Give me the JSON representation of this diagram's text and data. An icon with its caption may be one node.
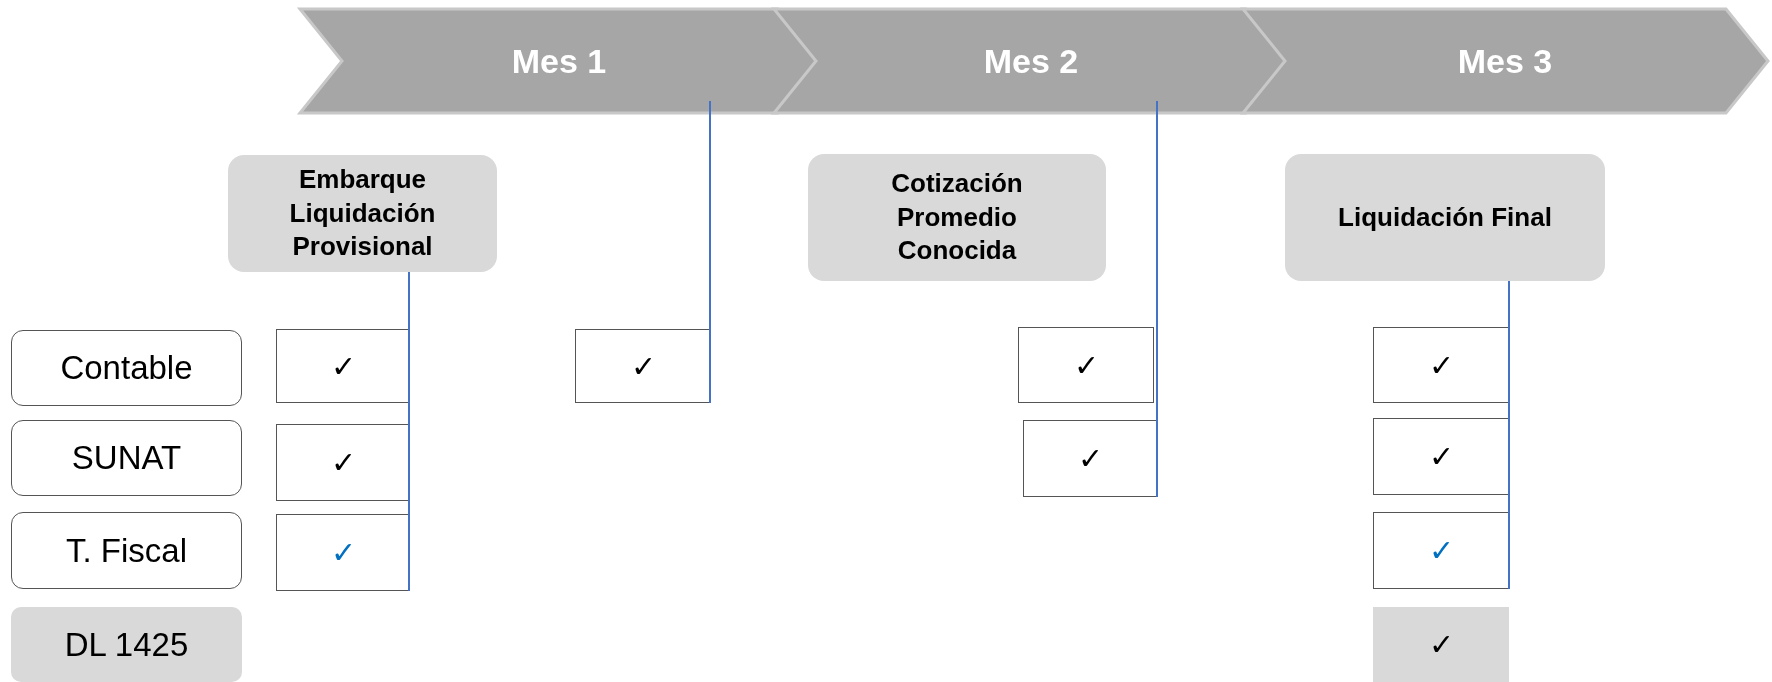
{
  "diagram": {
    "nodes": [
      {
        "text": [
          "Mes 1"
        ]
      },
      {
        "text": [
          "Mes 2"
        ]
      },
      {
        "text": [
          "Mes 3"
        ]
      },
      {
        "text": [
          "Embarque Liquidación Provisional"
        ]
      },
      {
        "text": [
          "Cotización Promedio Conocida"
        ]
      },
      {
        "text": [
          "Liquidación Final"
        ]
      },
      {
        "text": [
          "Contable"
        ]
      },
      {
        "text": [
          "✓"
        ]
      },
      {
        "text": [
          "✓"
        ]
      },
      {
        "text": [
          "✓"
        ]
      },
      {
        "text": [
          "✓"
        ]
      },
      {
        "text": [
          "SUNAT"
        ]
      },
      {
        "text": [
          "✓"
        ]
      },
      {
        "text": [
          "✓"
        ]
      },
      {
        "text": [
          "✓"
        ]
      },
      {
        "text": [
          "T. Fiscal"
        ]
      },
      {
        "text": [
          "✓"
        ]
      },
      {
        "text": [
          "✓"
        ]
      },
      {
        "text": [
          "DL 1425"
        ]
      },
      {
        "text": [
          "✓"
        ]
      }
    ],
    "edges": [
      {
        "from": 3,
        "to": 16,
        "arrow": "none"
      },
      {
        "from": 0,
        "to": 8,
        "arrow": "none"
      },
      {
        "from": 1,
        "to": 13,
        "arrow": "none"
      },
      {
        "from": 5,
        "to": 17,
        "arrow": "none"
      }
    ]
  }
}
